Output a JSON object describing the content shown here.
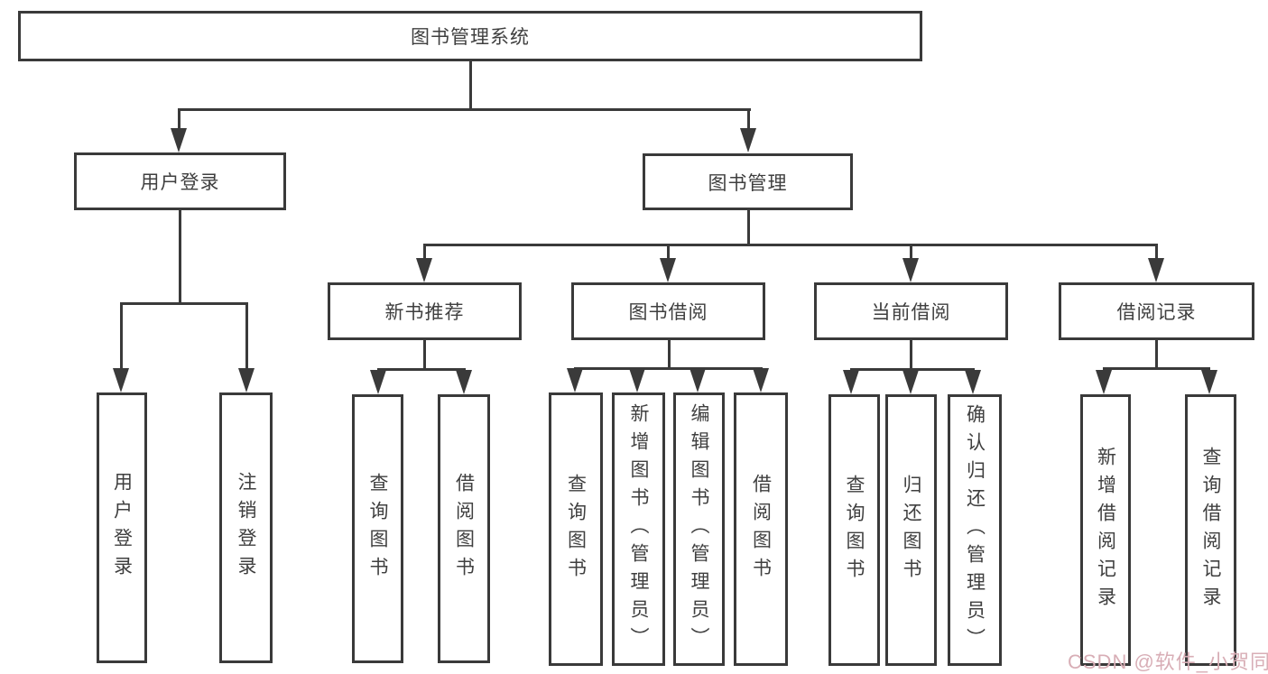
{
  "diagram": {
    "title": "图书管理系统",
    "type": "hierarchy-tree",
    "colors": {
      "line": "#3a3a3a",
      "box_border": "#3a3a3a",
      "text": "#3f3f3f",
      "background": "#ffffff",
      "watermark": "#d8aeb6"
    },
    "watermark": "CSDN @软件_小贺同学"
  },
  "nodes": {
    "root": {
      "label": "图书管理系统"
    },
    "user_login_group": {
      "label": "用户登录"
    },
    "book_mgmt": {
      "label": "图书管理"
    },
    "user_login": {
      "label": "用户登录"
    },
    "logout": {
      "label": "注销登录"
    },
    "new_book_rec": {
      "label": "新书推荐"
    },
    "book_borrow": {
      "label": "图书借阅"
    },
    "current_borrow": {
      "label": "当前借阅"
    },
    "borrow_records": {
      "label": "借阅记录"
    },
    "nbr_query": {
      "label": "查询图书"
    },
    "nbr_borrow": {
      "label": "借阅图书"
    },
    "bb_query": {
      "label": "查询图书"
    },
    "bb_add": {
      "label": "新增图书（管理员）"
    },
    "bb_edit": {
      "label": "编辑图书（管理员）"
    },
    "bb_borrow": {
      "label": "借阅图书"
    },
    "cb_query": {
      "label": "查询图书"
    },
    "cb_return": {
      "label": "归还图书"
    },
    "cb_confirm": {
      "label": "确认归还（管理员）"
    },
    "br_add": {
      "label": "新增借阅记录"
    },
    "br_query": {
      "label": "查询借阅记录"
    }
  },
  "edges": [
    {
      "from": "图书管理系统",
      "to": [
        "用户登录",
        "图书管理"
      ]
    },
    {
      "from": "用户登录",
      "to": [
        "用户登录",
        "注销登录"
      ]
    },
    {
      "from": "图书管理",
      "to": [
        "新书推荐",
        "图书借阅",
        "当前借阅",
        "借阅记录"
      ]
    },
    {
      "from": "新书推荐",
      "to": [
        "查询图书",
        "借阅图书"
      ]
    },
    {
      "from": "图书借阅",
      "to": [
        "查询图书",
        "新增图书（管理员）",
        "编辑图书（管理员）",
        "借阅图书"
      ]
    },
    {
      "from": "当前借阅",
      "to": [
        "查询图书",
        "归还图书",
        "确认归还（管理员）"
      ]
    },
    {
      "from": "借阅记录",
      "to": [
        "新增借阅记录",
        "查询借阅记录"
      ]
    }
  ]
}
